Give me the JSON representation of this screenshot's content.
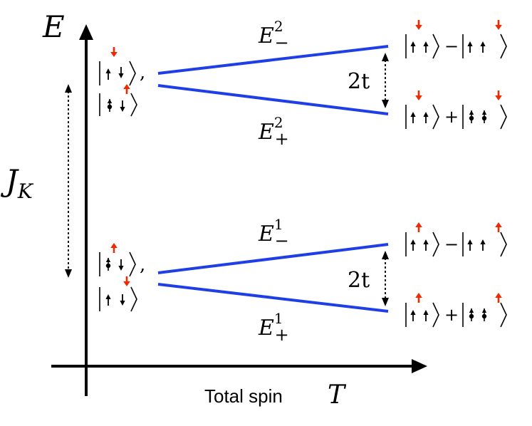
{
  "axes": {
    "y_label": "E",
    "x_label": "Total spin",
    "x_symbol": "T"
  },
  "kondo": {
    "symbol": "J",
    "subscript": "K"
  },
  "upper_manifold": {
    "minus_label": {
      "base": "E",
      "sup": "2",
      "sub": "−"
    },
    "plus_label": {
      "base": "E",
      "sup": "2",
      "sub": "+"
    },
    "splitting": "2t",
    "left_states": [
      ",",
      ""
    ],
    "right_ops": [
      "−",
      "+"
    ]
  },
  "lower_manifold": {
    "minus_label": {
      "base": "E",
      "sup": "1",
      "sub": "−"
    },
    "plus_label": {
      "base": "E",
      "sup": "1",
      "sub": "+"
    },
    "splitting": "2t",
    "left_states": [
      ",",
      ""
    ],
    "right_ops": [
      "−",
      "+"
    ]
  },
  "colors": {
    "level_line": "#1f3fe6",
    "localized_spin": "#ee2a00",
    "axis": "#000000"
  },
  "icons": {
    "conduction_arrow": "black-spin-arrow-icon",
    "localized_arrow": "red-spin-arrow-icon",
    "doublon": "dot-spin-icon"
  }
}
